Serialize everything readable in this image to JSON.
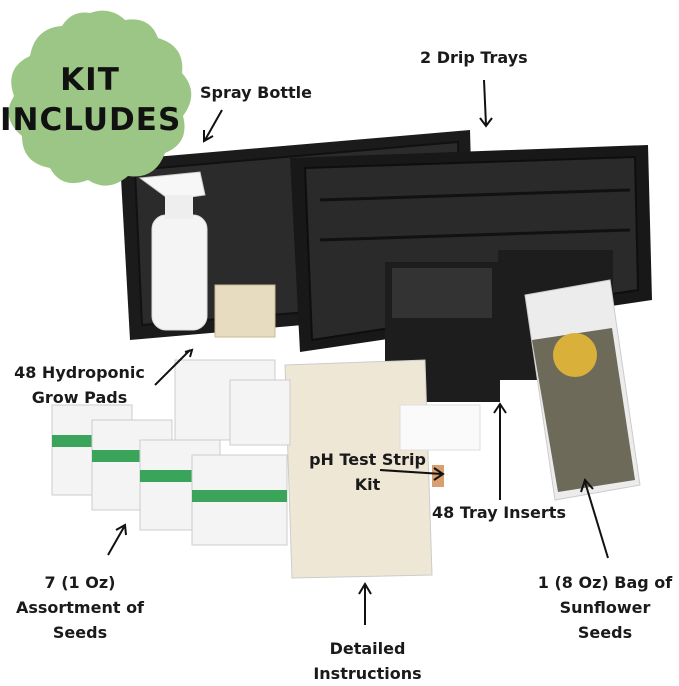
{
  "badge": {
    "title": "KIT INCLUDES",
    "color": "#9cc685"
  },
  "labels": {
    "spray_bottle": "Spray Bottle",
    "drip_trays": "2 Drip Trays",
    "grow_pads": [
      "48 Hydroponic",
      "Grow Pads"
    ],
    "ph_kit": [
      "pH Test Strip",
      "Kit"
    ],
    "tray_inserts": "48 Tray Inserts",
    "seeds": [
      "7 (1 Oz)",
      "Assortment of",
      "Seeds"
    ],
    "sunflower": [
      "1 (8 Oz) Bag of",
      "Sunflower",
      "Seeds"
    ],
    "instructions": [
      "Detailed",
      "Instructions"
    ]
  },
  "colors": {
    "tray": "#1b1b1b",
    "pad": "#e8dcc0",
    "packet_stripe": "#3aa45a",
    "bag": "#6d6a5a"
  }
}
